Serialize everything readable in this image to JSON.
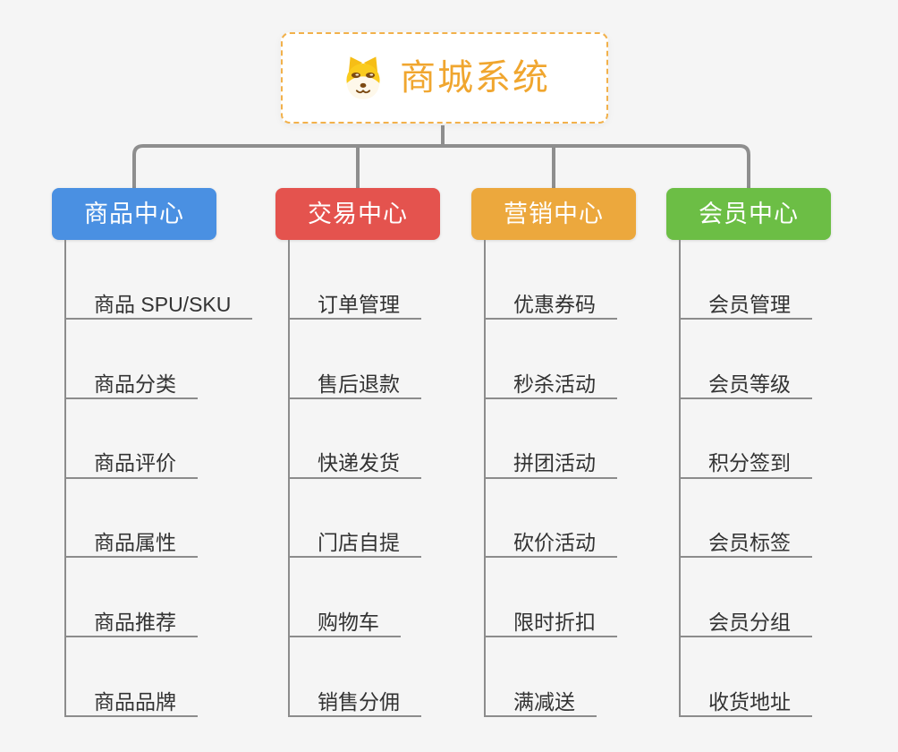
{
  "root": {
    "title": "商城系统",
    "icon": "dog-face-icon",
    "title_color": "#F0A62F",
    "border_color": "#F2B14B"
  },
  "connector_color": "#8E8E8E",
  "underline_color": "#8C8C8C",
  "branches": [
    {
      "label": "商品中心",
      "color": "#4A90E2",
      "items": [
        "商品 SPU/SKU",
        "商品分类",
        "商品评价",
        "商品属性",
        "商品推荐",
        "商品品牌"
      ]
    },
    {
      "label": "交易中心",
      "color": "#E4534E",
      "items": [
        "订单管理",
        "售后退款",
        "快递发货",
        "门店自提",
        "购物车",
        "销售分佣"
      ]
    },
    {
      "label": "营销中心",
      "color": "#ECA83D",
      "items": [
        "优惠券码",
        "秒杀活动",
        "拼团活动",
        "砍价活动",
        "限时折扣",
        "满减送"
      ]
    },
    {
      "label": "会员中心",
      "color": "#6CBE45",
      "items": [
        "会员管理",
        "会员等级",
        "积分签到",
        "会员标签",
        "会员分组",
        "收货地址"
      ]
    }
  ]
}
